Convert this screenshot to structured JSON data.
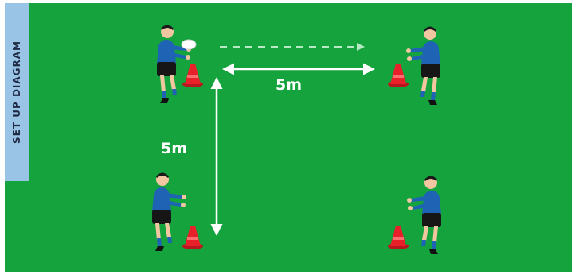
{
  "side_tab": {
    "label": "SET UP DIAGRAM"
  },
  "distances": {
    "horizontal": "5m",
    "vertical": "5m"
  },
  "colors": {
    "field": "#15a33e",
    "tab": "#9ac4e6",
    "cone": "#e8202a",
    "jersey": "#1f63b5",
    "shorts": "#161616",
    "skin": "#f2c6a0",
    "arrow": "#ffffff",
    "pass_arrow": "#b8e8c4"
  },
  "players": [
    {
      "id": "top-left",
      "holding_ball": true,
      "facing": "right"
    },
    {
      "id": "top-right",
      "holding_ball": false,
      "facing": "left"
    },
    {
      "id": "bottom-left",
      "holding_ball": false,
      "facing": "right"
    },
    {
      "id": "bottom-right",
      "holding_ball": false,
      "facing": "left"
    }
  ]
}
